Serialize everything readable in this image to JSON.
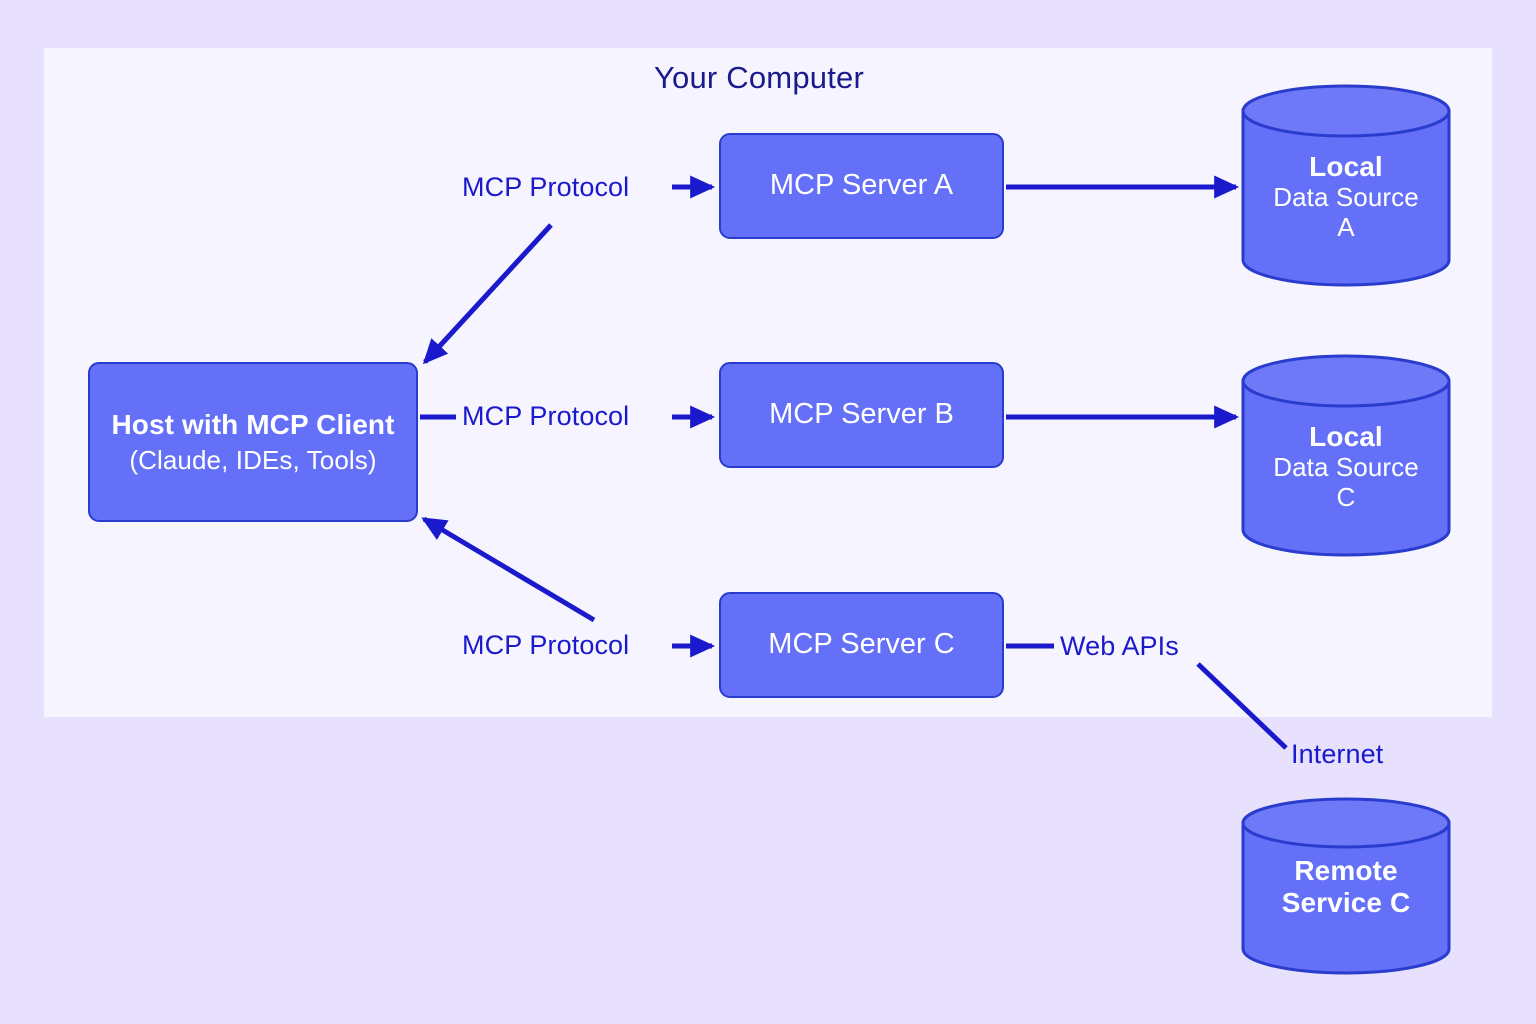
{
  "panel": {
    "title": "Your Computer",
    "background_color": "#f6f4fe",
    "page_background_color": "#e7e1fd"
  },
  "colors": {
    "node_fill": "#6470f7",
    "node_border": "#2a3ccd",
    "node_text": "#ffffff",
    "edge_stroke": "#1a1acc",
    "label_text": "#1a1acc",
    "title_text": "#1a1a8c"
  },
  "host": {
    "title": "Host with MCP Client",
    "subtitle": "(Claude, IDEs, Tools)"
  },
  "servers": [
    {
      "label": "MCP Server A"
    },
    {
      "label": "MCP Server B"
    },
    {
      "label": "MCP Server C"
    }
  ],
  "data_sources": [
    {
      "line1": "Local",
      "line2": "Data Source",
      "line3": "A"
    },
    {
      "line1": "Local",
      "line2": "Data Source",
      "line3": "C"
    }
  ],
  "remote_service": {
    "line1": "Remote",
    "line2": "Service C"
  },
  "edge_labels": {
    "protocol_a": "MCP Protocol",
    "protocol_b": "MCP Protocol",
    "protocol_c": "MCP Protocol",
    "web_apis": "Web APIs",
    "internet": "Internet"
  },
  "diagram": {
    "type": "architecture-flow",
    "connections": [
      {
        "from": "MCP Server A",
        "to": "Host with MCP Client",
        "label": "MCP Protocol",
        "style": "diagonal-arrow"
      },
      {
        "from": "Host with MCP Client",
        "to": "MCP Server B",
        "label": "MCP Protocol",
        "style": "horizontal-arrow"
      },
      {
        "from": "MCP Server C",
        "to": "Host with MCP Client",
        "label": "MCP Protocol",
        "style": "diagonal-arrow"
      },
      {
        "from": "MCP Server A",
        "to": "Local Data Source A",
        "label": "",
        "style": "horizontal-arrow"
      },
      {
        "from": "MCP Server B",
        "to": "Local Data Source C",
        "label": "",
        "style": "horizontal-arrow"
      },
      {
        "from": "MCP Server C",
        "to": "Internet",
        "label": "Web APIs",
        "style": "line"
      },
      {
        "from": "Internet",
        "to": "Remote Service C",
        "label": "",
        "style": "line"
      }
    ]
  }
}
